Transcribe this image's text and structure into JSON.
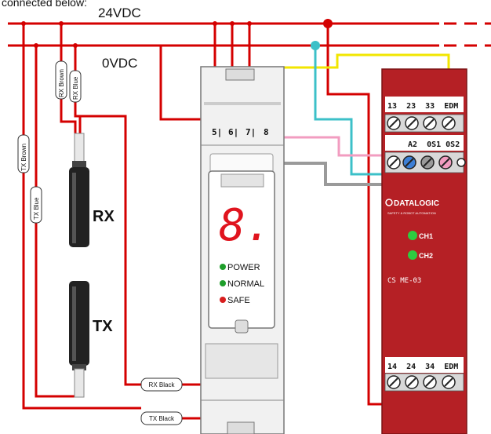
{
  "header_text": "connected below:",
  "rails": {
    "vdc24": "24VDC",
    "vdc0": "0VDC"
  },
  "cable_labels": {
    "rx_brown": "RX Brown",
    "rx_blue": "RX Blue",
    "tx_brown": "TX Brown",
    "tx_blue": "TX Blue",
    "rx_black": "RX Black",
    "tx_black": "TX Black"
  },
  "sensors": {
    "rx": "RX",
    "tx": "TX"
  },
  "controller": {
    "terminals": [
      "5|",
      "6|",
      "7|",
      "8"
    ],
    "display_digit": "8.",
    "leds": [
      {
        "label": "POWER",
        "color": "#1e9e2a"
      },
      {
        "label": "NORMAL",
        "color": "#1e9e2a"
      },
      {
        "label": "SAFE",
        "color": "#d81e1e"
      }
    ]
  },
  "relay": {
    "top_terminals": "13  23  33  EDM",
    "mid_terminals": "A2  0S1 0S2",
    "brand": "DATALOGIC",
    "brand_sub": "SAFETY & ROBOT AUTOMATION",
    "channels": [
      {
        "label": "CH1",
        "color": "#2ecc40"
      },
      {
        "label": "CH2",
        "color": "#2ecc40"
      }
    ],
    "model": "CS ME-03",
    "bottom_terminals": "14  24  34  EDM"
  },
  "colors": {
    "wire_red": "#d40000",
    "wire_yellow": "#f2e600",
    "wire_cyan": "#3cc0c8",
    "wire_pink": "#f29cc0",
    "wire_gray": "#9a9a9a",
    "relay_body": "#b52025"
  }
}
